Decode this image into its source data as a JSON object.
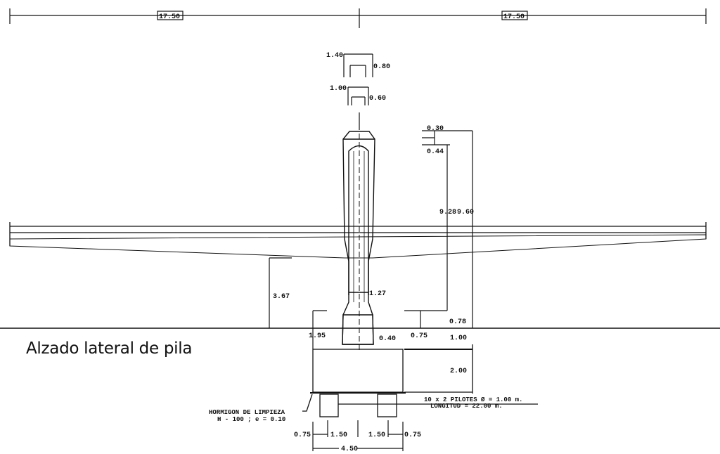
{
  "title": "Alzado lateral de pila",
  "dimensions": {
    "half_span_left": "17.50",
    "half_span_right": "17.50",
    "top_width_outer": "1.40",
    "top_width_inner": "0.80",
    "mid_width_outer": "1.00",
    "mid_width_inner": "0.60",
    "cap_a": "0.30",
    "cap_b": "0.44",
    "height_inner": "9.28",
    "height_total": "9.60",
    "deck_clearance": "3.67",
    "shaft_width": "1.27",
    "base_flare": "0.78",
    "left_offset": "1.95",
    "right_offset": "0.75",
    "plinth": "0.40",
    "embedment": "1.00",
    "footing_depth": "2.00",
    "pile_edge_left": "0.75",
    "pile_spacing_1": "1.50",
    "pile_spacing_2": "1.50",
    "pile_edge_right": "0.75",
    "footing_width": "4.50"
  },
  "notes": {
    "piles_line1": "10 x 2 PILOTES  Ø = 1.00 m.",
    "piles_line2": "LONGITUD = 22.00 m.",
    "lean_concrete_line1": "HORMIGON DE LIMPIEZA",
    "lean_concrete_line2": "H - 100 ; e = 0.10"
  }
}
